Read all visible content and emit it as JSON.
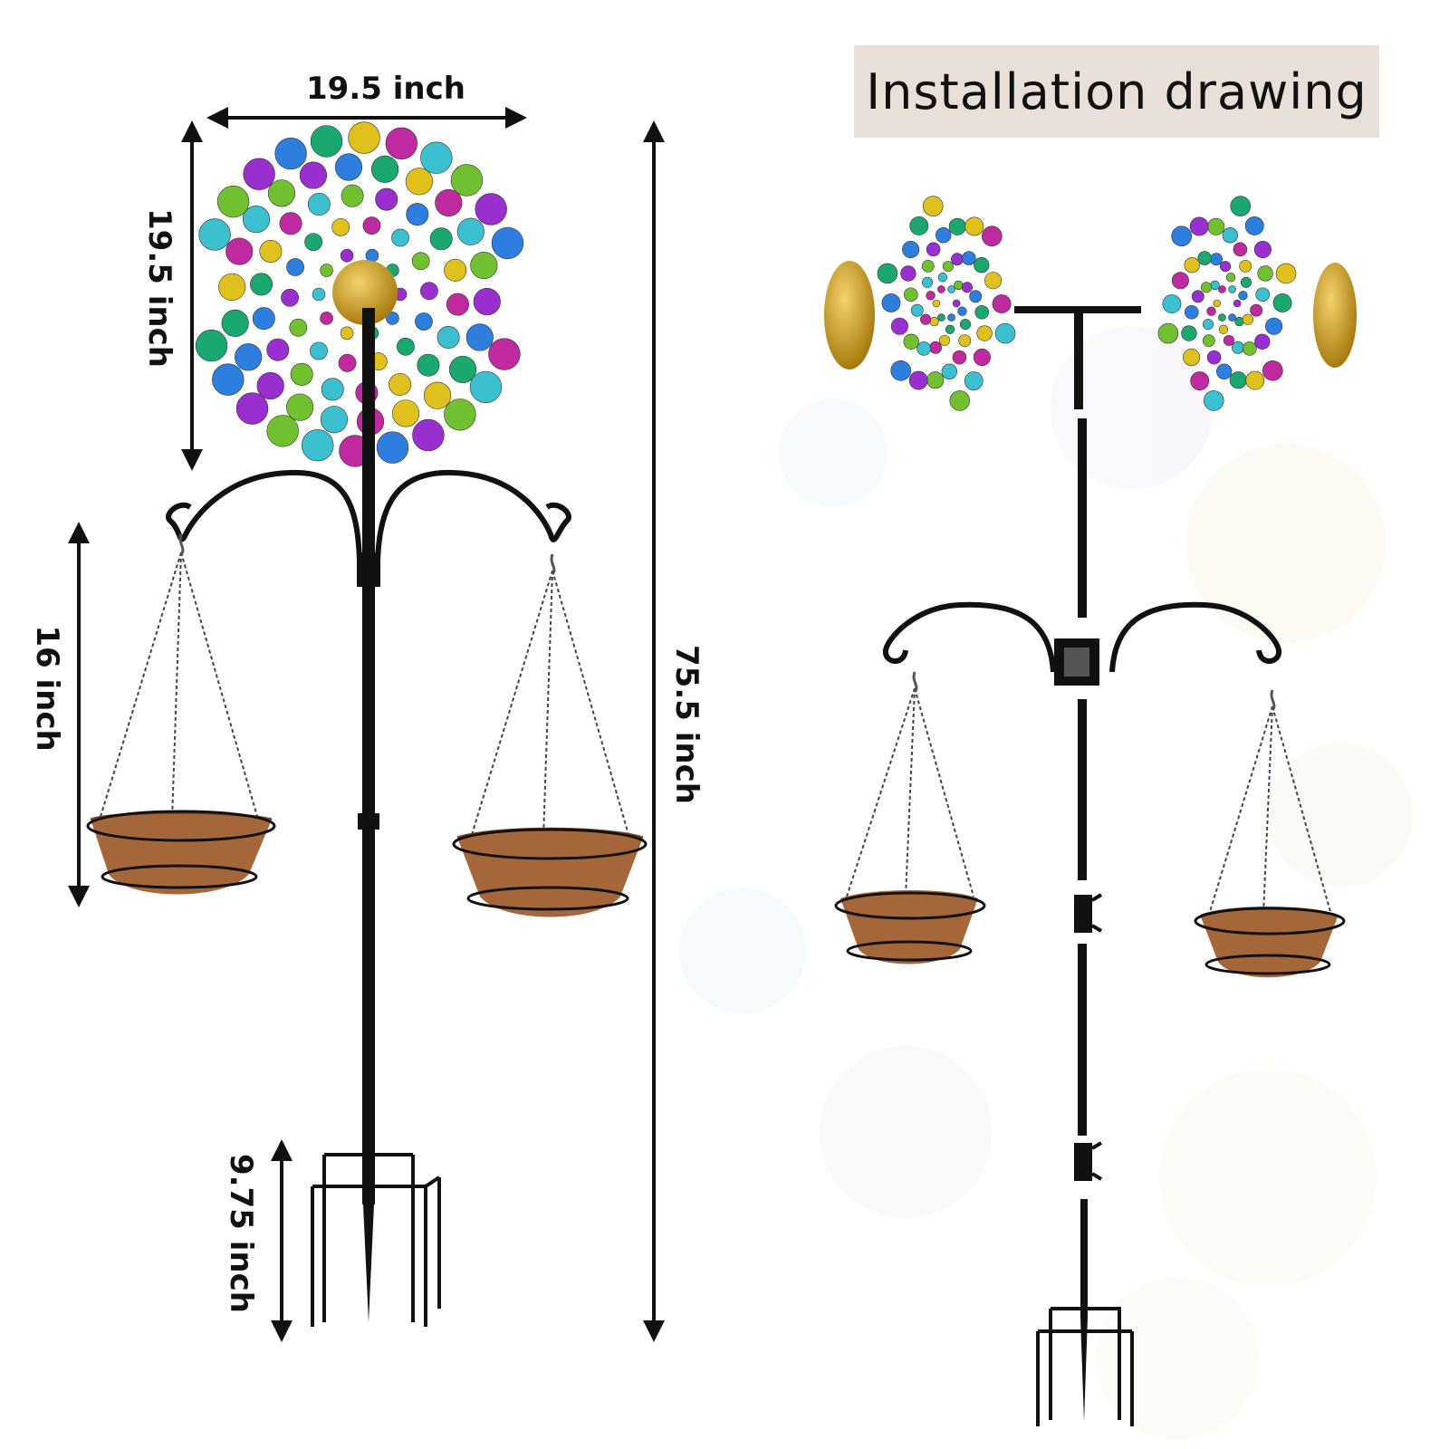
{
  "dimensions": {
    "spinner_width": "19.5 inch",
    "spinner_height": "19.5 inch",
    "basket_hang": "16 inch",
    "total_height": "75.5 inch",
    "stake_depth": "9.75 inch"
  },
  "installation": {
    "title": "Installation drawing"
  },
  "colors": {
    "pole": "#111111",
    "basket": "#a5673a",
    "cup_palette": [
      "#9a2fd0",
      "#2e7ee0",
      "#1aa870",
      "#e0c01c",
      "#c02aa0",
      "#3cc0d0",
      "#70c030"
    ]
  }
}
